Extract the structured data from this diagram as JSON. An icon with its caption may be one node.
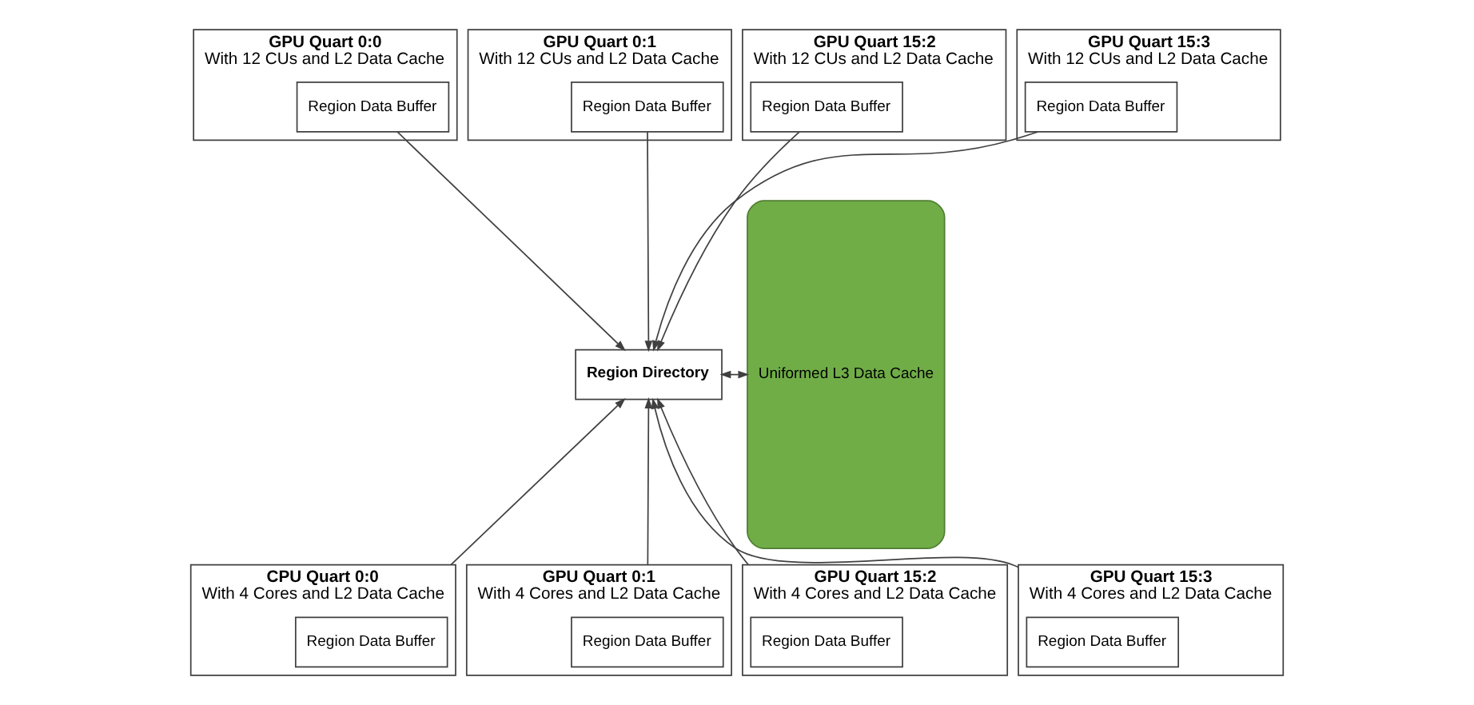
{
  "diagram": {
    "nodes": [
      {
        "text": [
          "GPU Quart 0:0",
          "With 12 CUs and L2 Data Cache"
        ]
      },
      {
        "text": [
          "Region Data Buffer"
        ],
        "in": 0
      },
      {
        "text": [
          "GPU Quart 0:1",
          "With 12 CUs and L2 Data Cache"
        ]
      },
      {
        "text": [
          "Region Data Buffer"
        ],
        "in": 2
      },
      {
        "text": [
          "GPU Quart 15:2",
          "With 12 CUs and L2 Data Cache"
        ]
      },
      {
        "text": [
          "Region Data Buffer"
        ],
        "in": 4
      },
      {
        "text": [
          "GPU Quart 15:3",
          "With 12 CUs and L2 Data Cache"
        ]
      },
      {
        "text": [
          "Region Data Buffer"
        ],
        "in": 6
      },
      {
        "text": [
          "Region Directory"
        ]
      },
      {
        "text": [
          "Uniformed L3 Data Cache"
        ]
      },
      {
        "text": [
          "CPU Quart 0:0",
          "With 4 Cores and L2 Data Cache"
        ]
      },
      {
        "text": [
          "Region Data Buffer"
        ],
        "in": 10
      },
      {
        "text": [
          "GPU Quart 0:1",
          "With 4 Cores and L2 Data Cache"
        ]
      },
      {
        "text": [
          "Region Data Buffer"
        ],
        "in": 12
      },
      {
        "text": [
          "GPU Quart 15:2",
          "With 4 Cores and L2 Data Cache"
        ]
      },
      {
        "text": [
          "Region Data Buffer"
        ],
        "in": 14
      },
      {
        "text": [
          "GPU Quart 15:3",
          "With 4 Cores and L2 Data Cache"
        ]
      },
      {
        "text": [
          "Region Data Buffer"
        ],
        "in": 16
      }
    ],
    "edges": [
      {
        "from": 1,
        "to": 8,
        "arrow": "to"
      },
      {
        "from": 3,
        "to": 8,
        "arrow": "to"
      },
      {
        "from": 5,
        "to": 8,
        "arrow": "to"
      },
      {
        "from": 7,
        "to": 8,
        "arrow": "to"
      },
      {
        "from": 8,
        "to": 9,
        "arrow": "both"
      },
      {
        "from": 10,
        "to": 8,
        "arrow": "to"
      },
      {
        "from": 12,
        "to": 8,
        "arrow": "to"
      },
      {
        "from": 14,
        "to": 8,
        "arrow": "to"
      },
      {
        "from": 16,
        "to": 8,
        "arrow": "to"
      }
    ]
  }
}
